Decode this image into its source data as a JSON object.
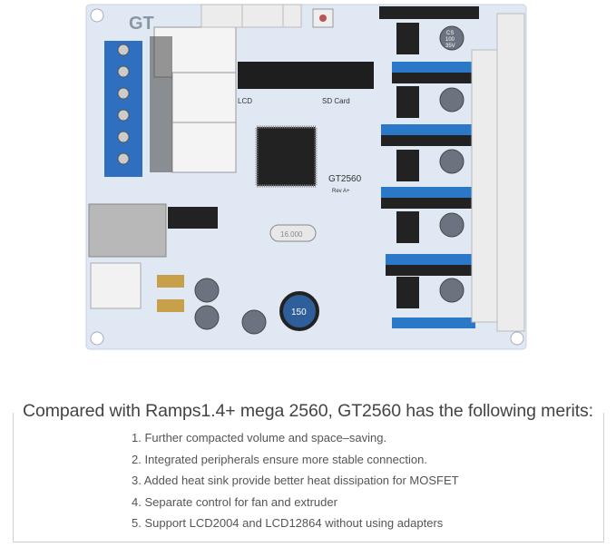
{
  "product_image": {
    "logo": "GT",
    "board_name": "GT2560",
    "board_rev": "Rev A+",
    "labels": {
      "lcd": "LCD",
      "sd_card": "SD Card",
      "crystal": "16.000",
      "inductor": "150"
    },
    "capacitor_label": [
      "CS",
      "100",
      "35V"
    ],
    "colors": {
      "pcb": "#dfe8f3",
      "terminal": "#2f6fc0",
      "header_blue": "#2b78c8",
      "header_black": "#222222",
      "connector_white": "#ececec"
    }
  },
  "merits": {
    "heading": "Compared with Ramps1.4+ mega 2560, GT2560 has the following merits:",
    "items": [
      "1. Further compacted volume and space–saving.",
      "2. Integrated peripherals ensure more stable connection.",
      "3. Added heat sink provide better heat dissipation for MOSFET",
      "4. Separate control for fan and extruder",
      "5. Support LCD2004 and LCD12864 without using adapters"
    ]
  }
}
